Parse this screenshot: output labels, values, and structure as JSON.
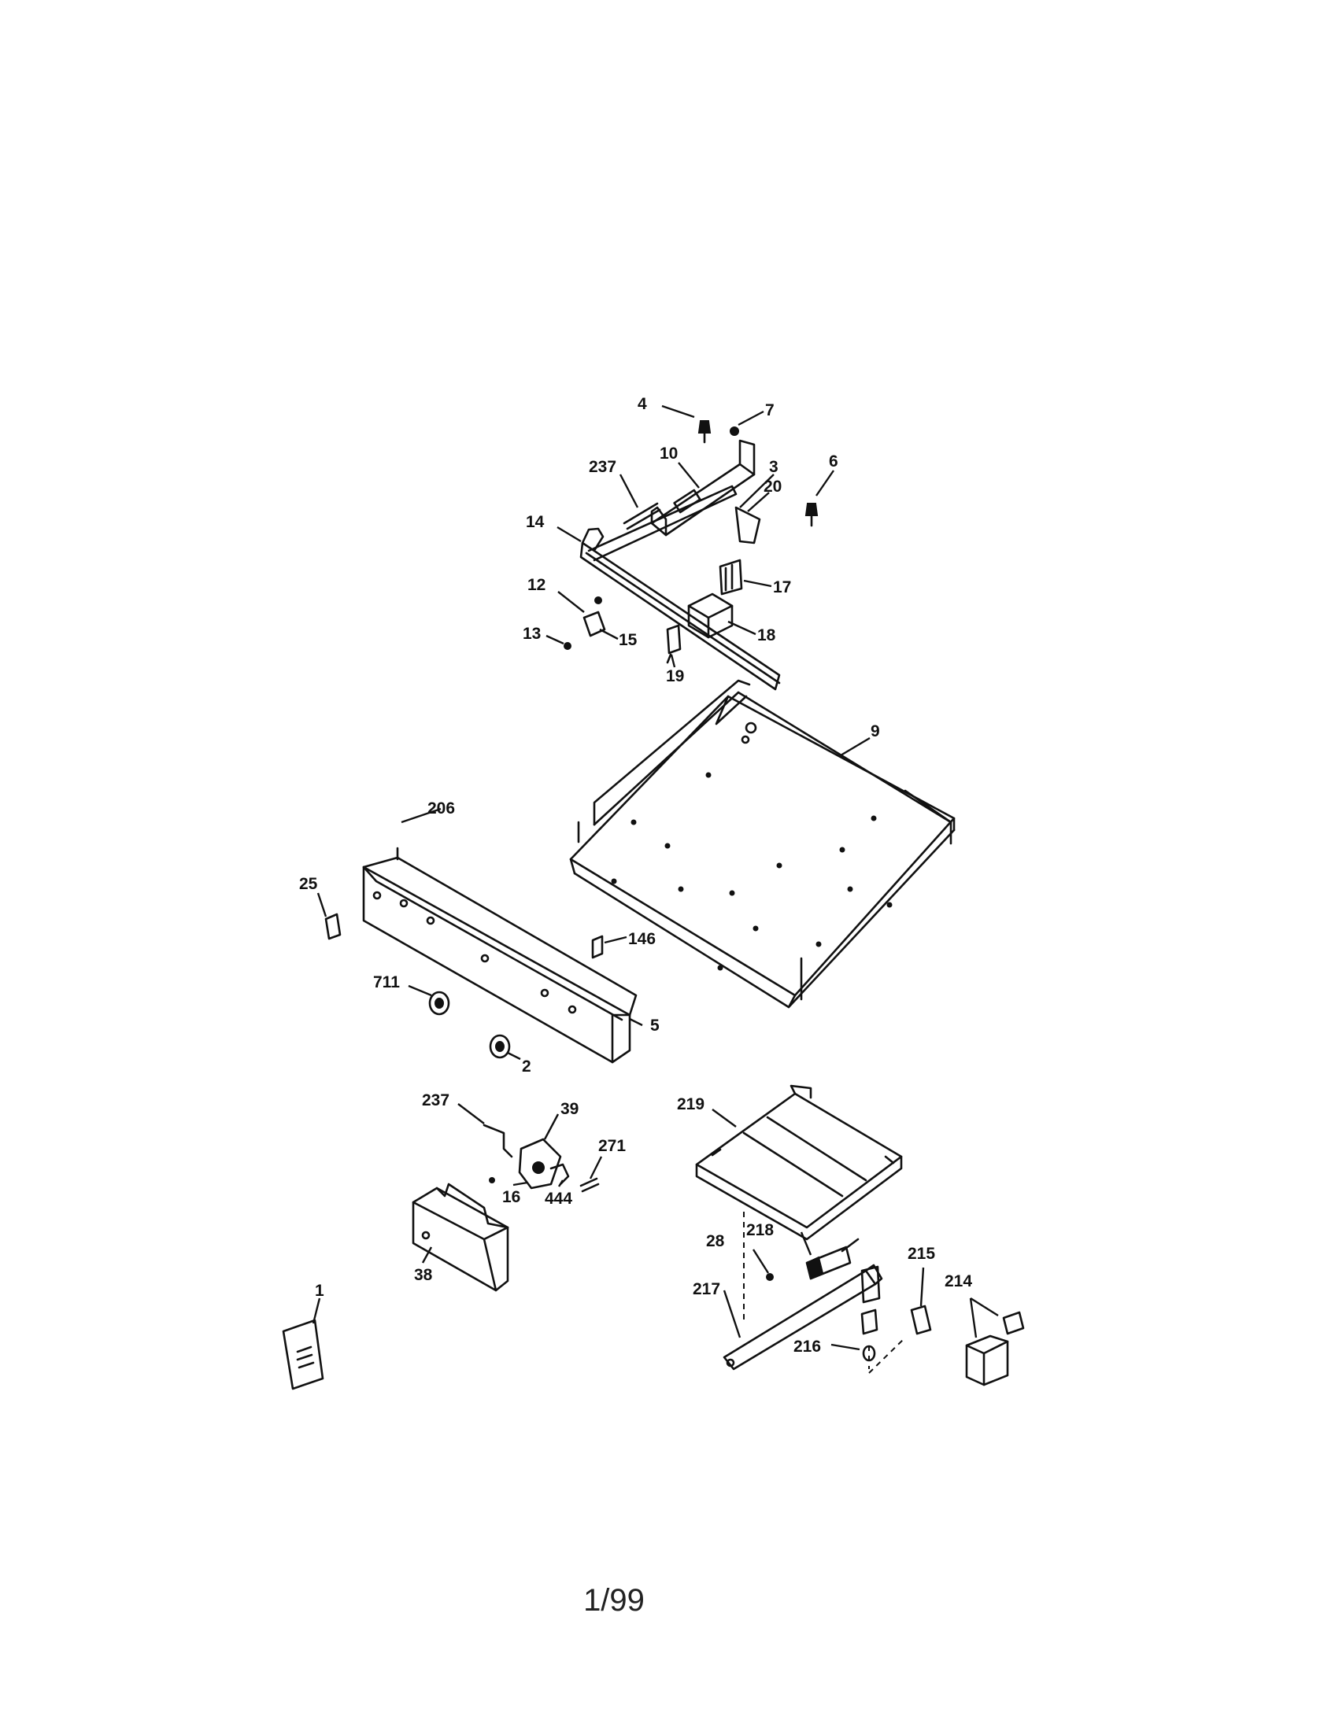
{
  "page": {
    "number": "1/99"
  },
  "callouts": [
    "4",
    "7",
    "237",
    "10",
    "3",
    "6",
    "20",
    "14",
    "17",
    "12",
    "13",
    "15",
    "18",
    "19",
    "9",
    "206",
    "25",
    "146",
    "711",
    "5",
    "2",
    "237",
    "39",
    "271",
    "219",
    "16",
    "444",
    "38",
    "28",
    "218",
    "215",
    "217",
    "214",
    "1",
    "216"
  ]
}
